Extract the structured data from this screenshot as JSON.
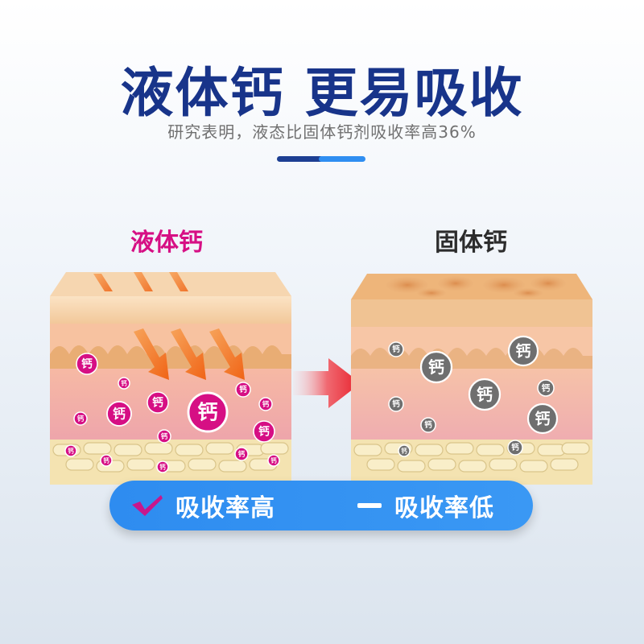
{
  "title": "液体钙 更易吸收",
  "subtitle": "研究表明，液态比固体钙剂吸收率高36%",
  "left_panel": {
    "label": "液体钙",
    "particle_text": "钙"
  },
  "right_panel": {
    "label": "固体钙",
    "particle_text": "钙"
  },
  "result_bar": {
    "high_label": "吸收率高",
    "low_label": "吸收率低"
  },
  "colors": {
    "title": "#18348a",
    "liquid_accent": "#d60f84",
    "pill": "#2e8cf0",
    "check_mark": "#c8178c",
    "arrow": "#e8202b"
  }
}
